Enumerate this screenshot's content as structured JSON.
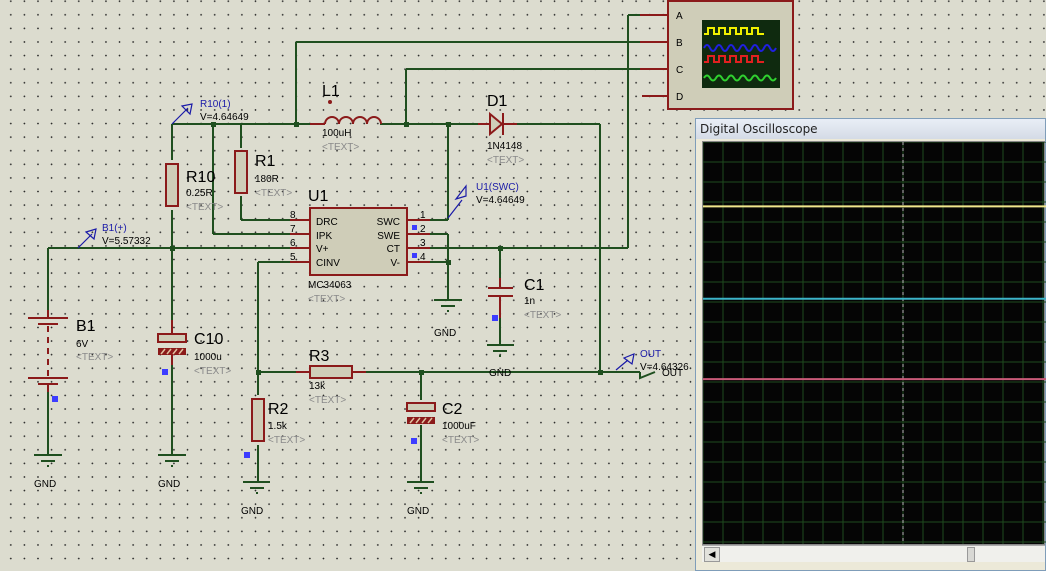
{
  "components": {
    "L1": {
      "ref": "L1",
      "value": "100uH",
      "text": "<TEXT>"
    },
    "D1": {
      "ref": "D1",
      "value": "1N4148",
      "text": "<TEXT>"
    },
    "R10": {
      "ref": "R10",
      "value": "0.25R",
      "text": "<TEXT>"
    },
    "R1": {
      "ref": "R1",
      "value": "180R",
      "text": "<TEXT>"
    },
    "U1": {
      "ref": "U1",
      "value": "MC34063",
      "text": "<TEXT>",
      "left_pins": [
        {
          "num": "8",
          "name": "DRC"
        },
        {
          "num": "7",
          "name": "IPK"
        },
        {
          "num": "6",
          "name": "V+"
        },
        {
          "num": "5",
          "name": "CINV"
        }
      ],
      "right_pins": [
        {
          "num": "1",
          "name": "SWC"
        },
        {
          "num": "2",
          "name": "SWE"
        },
        {
          "num": "3",
          "name": "CT"
        },
        {
          "num": "4",
          "name": "V-"
        }
      ]
    },
    "C1": {
      "ref": "C1",
      "value": "1n",
      "text": "<TEXT>"
    },
    "B1": {
      "ref": "B1",
      "value": "6V",
      "text": "<TEXT>"
    },
    "C10": {
      "ref": "C10",
      "value": "1000u",
      "text": "<TEXT>"
    },
    "R3": {
      "ref": "R3",
      "value": "13k",
      "text": "<TEXT>"
    },
    "R2": {
      "ref": "R2",
      "value": "1.5k",
      "text": "<TEXT>"
    },
    "C2": {
      "ref": "C2",
      "value": "1000uF",
      "text": "<TEXT>"
    }
  },
  "probes": {
    "r10": {
      "name": "R10(1)",
      "voltage": "V=4.64649"
    },
    "b1": {
      "name": "B1(+)",
      "voltage": "V=5.57332"
    },
    "u1swc": {
      "name": "U1(SWC)",
      "voltage": "V=4.64649"
    },
    "out": {
      "name": "OUT",
      "voltage": "V=4.64326"
    }
  },
  "terminals": {
    "out_label": "OUT",
    "gnd_label": "GND"
  },
  "scope_symbol": {
    "channels": [
      "A",
      "B",
      "C",
      "D"
    ]
  },
  "oscilloscope": {
    "title": "Digital Oscilloscope",
    "traces": [
      {
        "channel": "A",
        "color": "#f0e68c",
        "level_fraction": 0.84
      },
      {
        "channel": "B",
        "color": "#3cb4c8",
        "level_fraction": 0.61
      },
      {
        "channel": "C",
        "color": "#c85a78",
        "level_fraction": 0.41
      }
    ],
    "grid_color": "#1e4a1e",
    "scroll_position": 0.78
  },
  "colors": {
    "wire": "#1f4f1f",
    "component": "#8b1a1a",
    "body_fill": "#cfcdb8",
    "probe": "#1a1aa8",
    "pin_marker": "#3c3cff"
  }
}
